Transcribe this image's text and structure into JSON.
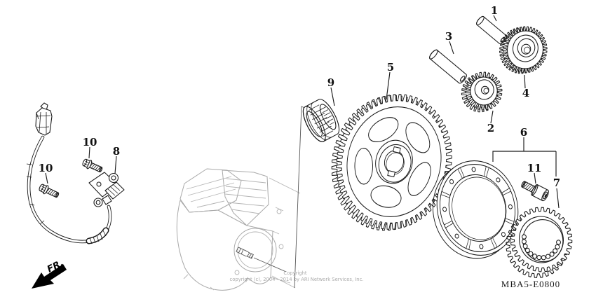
{
  "diagram": {
    "code": "MBA5-E0800",
    "fr_label": "FR.",
    "copyright": {
      "line1": "Copyright",
      "line2": "copyright (c), 2004 - 2014 by ARI Network Services, Inc."
    },
    "colors": {
      "line": "#1a1a1a",
      "engine_faint": "#a9a9a9",
      "copyright_text": "#9b9b9b",
      "background": "#ffffff"
    },
    "callouts": [
      {
        "label": "1"
      },
      {
        "label": "2"
      },
      {
        "label": "3"
      },
      {
        "label": "4"
      },
      {
        "label": "5"
      },
      {
        "label": "6"
      },
      {
        "label": "7"
      },
      {
        "label": "8"
      },
      {
        "label": "9"
      },
      {
        "label": "10"
      },
      {
        "label": "10"
      },
      {
        "label": "11"
      }
    ]
  }
}
